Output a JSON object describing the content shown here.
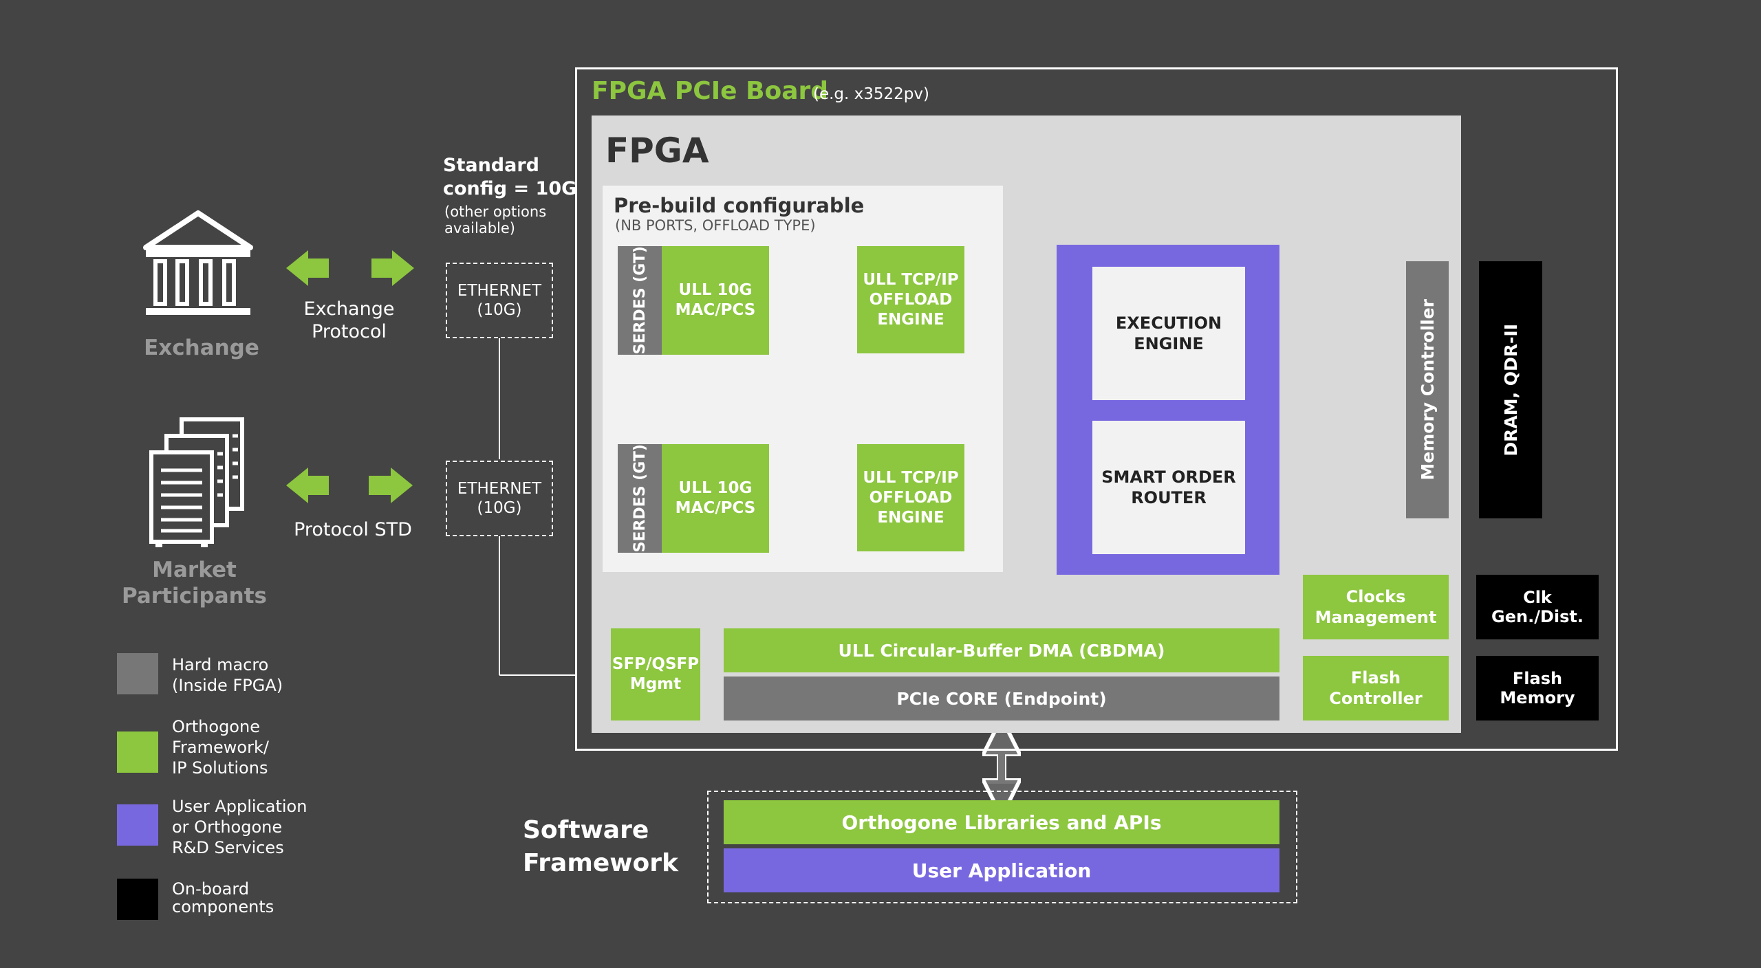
{
  "colors": {
    "background": "#444444",
    "green": "#8dc63f",
    "purple": "#7868e0",
    "gray": "#777777",
    "black": "#000000",
    "fpga_bg": "#d9d9d9",
    "prebuild_bg": "#f2f2f2"
  },
  "board": {
    "title": "FPGA PCIe Board",
    "subtitle": "(e.g. x3522pv)"
  },
  "fpga": {
    "title": "FPGA"
  },
  "prebuild": {
    "title": "Pre-build configurable",
    "subtitle": "(NB PORTS, OFFLOAD TYPE)"
  },
  "serdes": [
    "SERDES (GT)",
    "SERDES (GT)"
  ],
  "mac": [
    "ULL 10G\nMAC/PCS",
    "ULL 10G\nMAC/PCS"
  ],
  "tcp": [
    "ULL TCP/IP\nOFFLOAD\nENGINE",
    "ULL TCP/IP\nOFFLOAD\nENGINE"
  ],
  "user_app_block": {
    "execution": "EXECUTION\nENGINE",
    "sor": "SMART ORDER\nROUTER"
  },
  "memory_controller": "Memory Controller",
  "dram": "DRAM, QDR-II",
  "clocks": "Clocks\nManagement",
  "flash_ctrl": "Flash\nController",
  "clk_gen": "Clk Gen./Dist.",
  "flash_mem": "Flash Memory",
  "sfp": "SFP/QSFP\nMgmt",
  "cbdma": "ULL Circular-Buffer DMA (CBDMA)",
  "pcie_core": "PCIe CORE (Endpoint)",
  "standard_config": {
    "title": "Standard\nconfig = 10G",
    "note": "(other options\navailable)"
  },
  "ethernet": [
    "ETHERNET\n(10G)",
    "ETHERNET\n(10G)"
  ],
  "exchange": {
    "label": "Exchange",
    "protocol": "Exchange\nProtocol"
  },
  "participants": {
    "label": "Market\nParticipants",
    "protocol": "Protocol STD"
  },
  "software": {
    "title": "Software\nFramework",
    "libraries": "Orthogone Libraries and APIs",
    "user_app": "User Application"
  },
  "legend": [
    {
      "label": "Hard macro\n(Inside FPGA)",
      "color": "#777777"
    },
    {
      "label": "Orthogone\nFramework/\nIP Solutions",
      "color": "#8dc63f"
    },
    {
      "label": "User Application\nor Orthogone\nR&D Services",
      "color": "#7868e0"
    },
    {
      "label": "On-board\ncomponents",
      "color": "#000000"
    }
  ]
}
